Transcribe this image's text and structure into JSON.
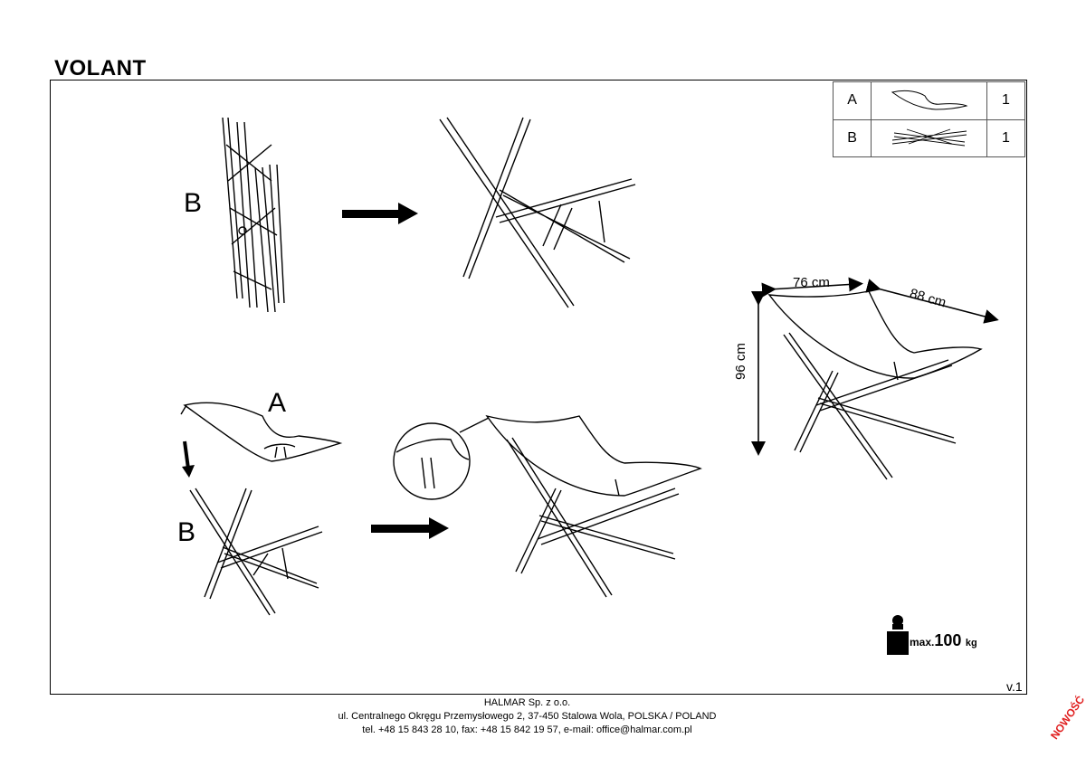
{
  "title": "VOLANT",
  "parts": [
    {
      "label": "A",
      "icon": "fabric-seat-icon",
      "qty": "1"
    },
    {
      "label": "B",
      "icon": "folded-frame-icon",
      "qty": "1"
    }
  ],
  "steps": {
    "step1_label": "B",
    "step2_seat_label": "A",
    "step2_frame_label": "B"
  },
  "dimensions": {
    "width": "76 cm",
    "depth": "88 cm",
    "height": "96 cm"
  },
  "max_load": {
    "prefix": "max.",
    "value": "100",
    "unit": "kg"
  },
  "version": "v.1",
  "footer": {
    "line1": "HALMAR Sp. z o.o.",
    "line2": "ul. Centralnego Okręgu Przemysłowego 2, 37-450 Stalowa Wola, POLSKA / POLAND",
    "line3": "tel. +48 15 843 28 10, fax: +48 15 842 19 57, e-mail: office@halmar.com.pl"
  },
  "stamp": "NOWOŚĆ"
}
